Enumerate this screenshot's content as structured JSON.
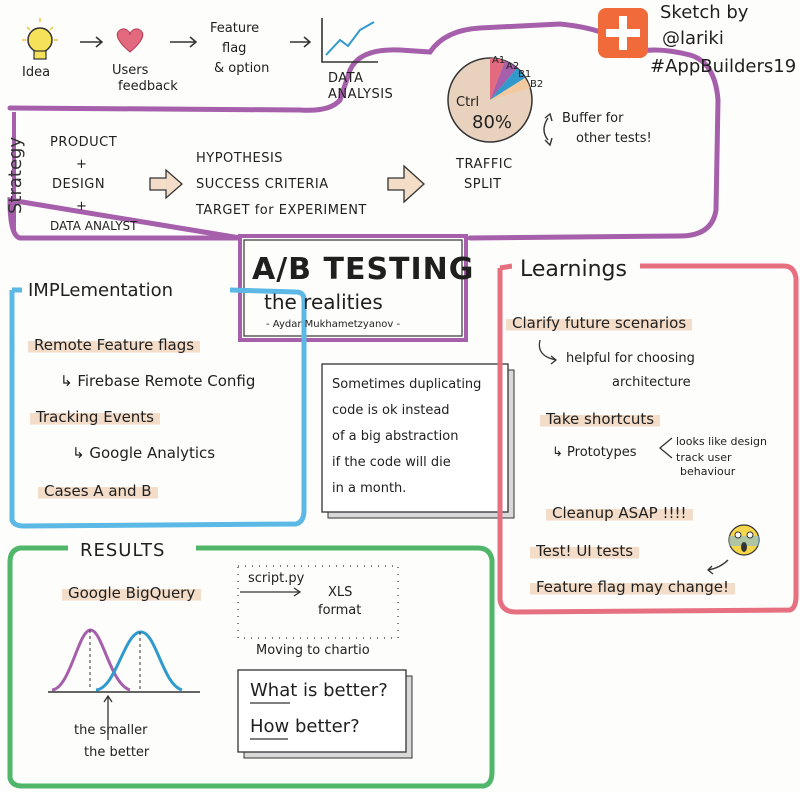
{
  "sketch": {
    "line1": "Sketch by",
    "line2": "@lariki",
    "line3": "#AppBuilders19"
  },
  "flow": {
    "idea": "Idea",
    "users": "Users",
    "feedback": "feedback",
    "f1": "Feature",
    "f2": "flag",
    "f3": "& option",
    "d1": "DATA",
    "d2": "ANALYSIS"
  },
  "pie": {
    "ctrl": "Ctrl",
    "pct": "80%",
    "a1": "A1",
    "a2": "A2",
    "b1": "B1",
    "b2": "B2",
    "buffer1": "Buffer for",
    "buffer2": "other tests!",
    "traffic": "TRAFFIC",
    "split": "SPLIT"
  },
  "strategy": {
    "label": "Strategy",
    "product": "PRODUCT",
    "plus": "+",
    "design": "DESIGN",
    "analyst": "DATA ANALYST",
    "hypothesis": "HYPOTHESIS",
    "success": "SUCCESS CRITERIA",
    "target": "TARGET for EXPERIMENT"
  },
  "title": {
    "main": "A/B TESTING",
    "sub": "the realities",
    "author": "- Aydar Mukhametzyanov -"
  },
  "impl": {
    "heading": "IMPLementation",
    "remote": "Remote Feature flags",
    "firebase": "↳ Firebase Remote Config",
    "tracking": "Tracking Events",
    "ga": "↳ Google Analytics",
    "cases": "Cases A and B"
  },
  "note": {
    "l1": "Sometimes duplicating",
    "l2": "code is ok instead",
    "l3": "of a big abstraction",
    "l4": "if the code will die",
    "l5": "in a month."
  },
  "learn": {
    "heading": "Learnings",
    "clarify": "Clarify future scenarios",
    "helpful": "helpful for choosing",
    "arch": "architecture",
    "shortcuts": "Take shortcuts",
    "proto": "↳ Prototypes",
    "looks": "looks like design",
    "track": "track user",
    "behaviour": "behaviour",
    "cleanup": "Cleanup ASAP !!!!",
    "test": "Test! UI tests",
    "flag": "Feature flag may change!"
  },
  "results": {
    "heading": "RESULTS",
    "bq": "Google BigQuery",
    "script": "script.py",
    "xls": "XLS",
    "format": "format",
    "moving": "Moving to chartio",
    "what1": "What",
    "what2": " is better?",
    "how1": "How",
    "how2": " better?",
    "smaller": "the smaller",
    "better": "the better"
  }
}
